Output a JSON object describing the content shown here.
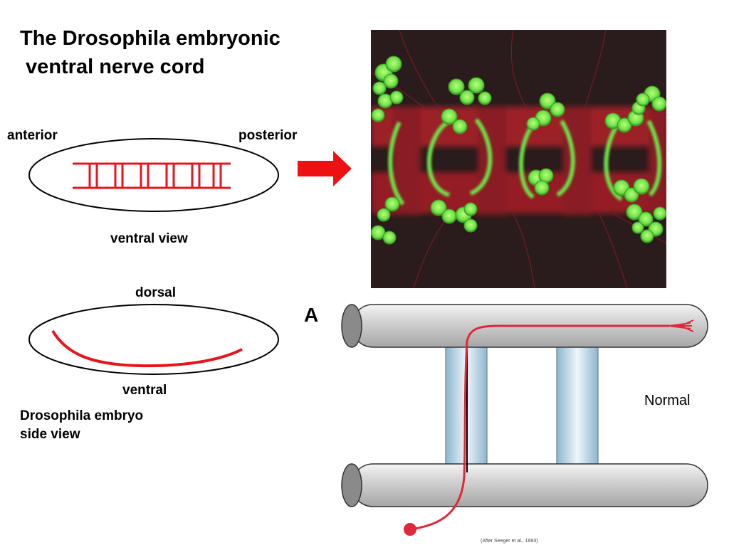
{
  "title": "The Drosophila embryonic\n ventral nerve cord",
  "ventral_view": {
    "anterior_label": "anterior",
    "posterior_label": "posterior",
    "caption": "ventral view"
  },
  "side_view": {
    "dorsal_label": "dorsal",
    "ventral_label": "ventral",
    "caption_line1": "Drosophila embryo",
    "caption_line2": "side view"
  },
  "diagram_a": {
    "panel_letter": "A",
    "condition_label": "Normal",
    "citation": "(After Seeger et al., 1993)"
  },
  "colors": {
    "ladder_red": "#e8141c",
    "arrow_red": "#ee1111",
    "axon_red": "#e0283a",
    "tube_gray": "#c8c8c8",
    "commissure_blue": "#a6c8dc",
    "stain_green": "#6de046",
    "stain_red": "#c0202a"
  },
  "icons": [
    "right-arrow-icon"
  ]
}
